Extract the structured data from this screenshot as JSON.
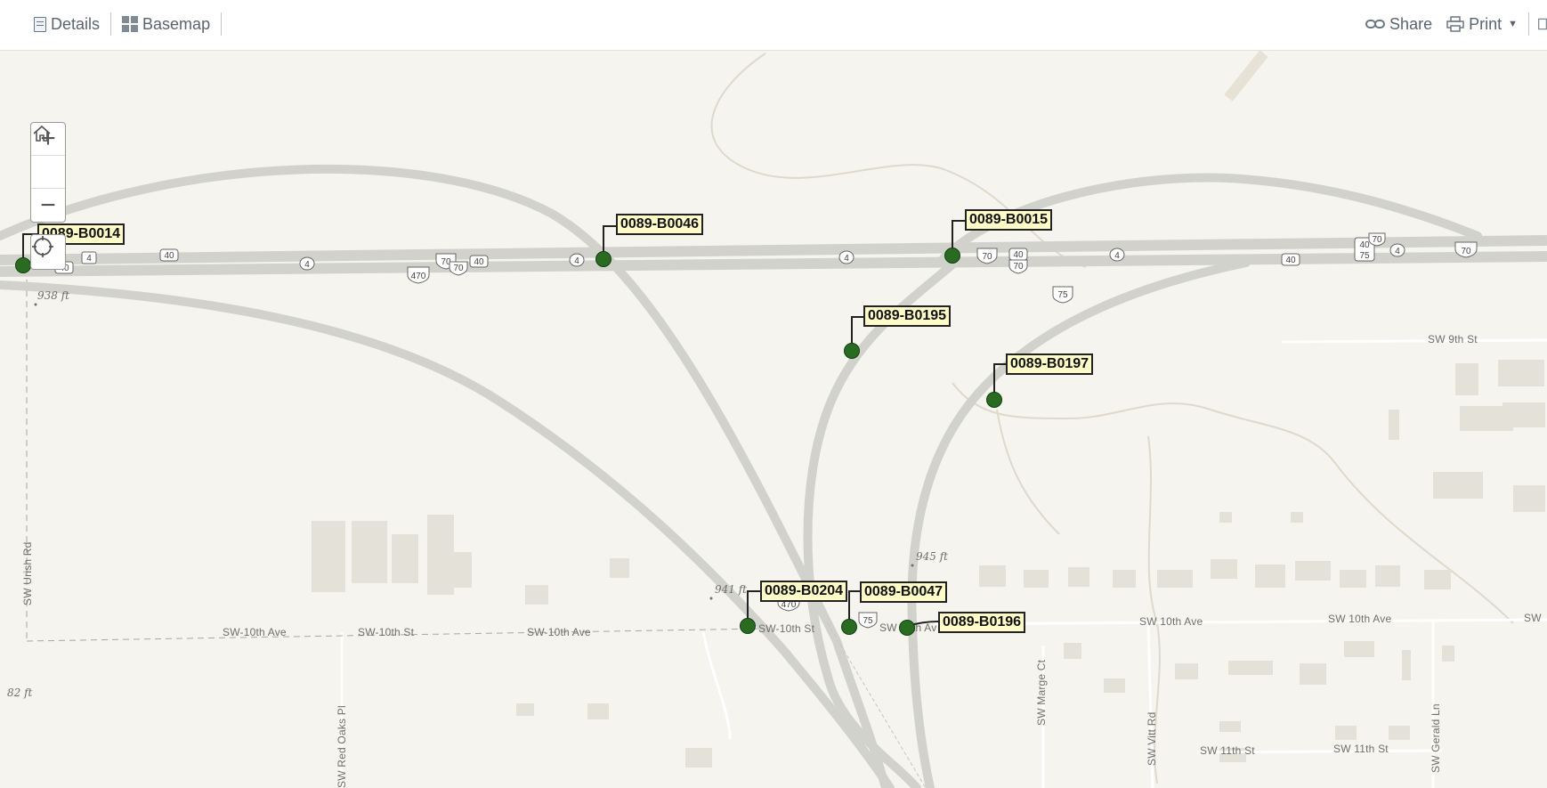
{
  "toolbar": {
    "details_label": "Details",
    "basemap_label": "Basemap",
    "share_label": "Share",
    "print_label": "Print"
  },
  "zoom": {
    "in_symbol": "+",
    "out_symbol": "−"
  },
  "bridges": [
    {
      "id": "0089-B0014"
    },
    {
      "id": "0089-B0046"
    },
    {
      "id": "0089-B0015"
    },
    {
      "id": "0089-B0195"
    },
    {
      "id": "0089-B0197"
    },
    {
      "id": "0089-B0204"
    },
    {
      "id": "0089-B0047"
    },
    {
      "id": "0089-B0196"
    }
  ],
  "streets": {
    "sw_9th_st": "SW 9th St",
    "sw_10th_ave_w1": "SW-10th Ave",
    "sw_10th_st_w": "SW-10th St",
    "sw_10th_ave_w2": "SW-10th Ave",
    "sw_10th_st_mid": "SW-10th St",
    "sw_10th_ave_mid": "SW 10th Av",
    "sw_10th_ave_e1": "SW 10th Ave",
    "sw_10th_ave_e2": "SW 10th Ave",
    "sw_10th_ave_e3": "SW",
    "sw_11th_st_1": "SW 11th St",
    "sw_11th_st_2": "SW 11th St",
    "sw_urish_rd": "SW Urish Rd",
    "sw_red_oaks_pl": "SW Red Oaks Pl",
    "sw_marge_ct": "SW Marge Ct",
    "sw_vitt_rd": "SW Vitt Rd",
    "sw_gerald_ln": "SW Gerald Ln"
  },
  "elevations": {
    "e938": "938 ft",
    "e941": "941 ft",
    "e945": "945 ft",
    "e82": "82 ft"
  },
  "shields": {
    "s4": "4",
    "s40": "40",
    "s70": "70",
    "s75": "75",
    "s470": "470"
  },
  "colors": {
    "map_background": "#f5f4ee",
    "highway": "#d2d2cc",
    "bridge_point": "#2a6b22",
    "label_fill": "#fdfcc8",
    "toolbar_text": "#5a6470"
  }
}
